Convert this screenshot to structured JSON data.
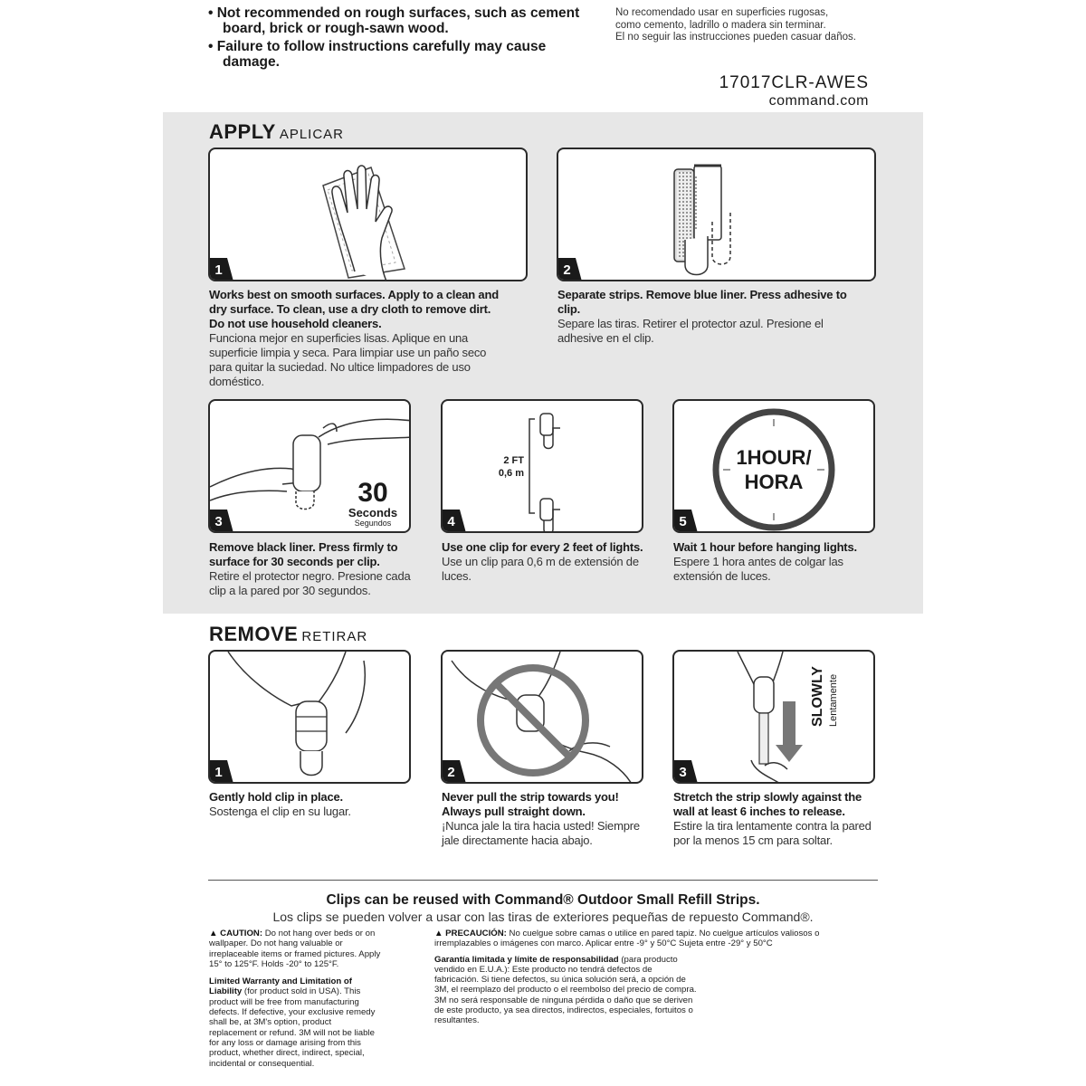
{
  "top_warnings": {
    "en": [
      "• Not recommended on rough surfaces, such as cement board, brick or rough-sawn wood.",
      "• Failure to follow instructions carefully may cause damage."
    ],
    "es": [
      "No recomendado usar en superficies rugosas,",
      "como cemento, ladrillo o madera sin terminar.",
      "El no seguir las instrucciones pueden casuar daños."
    ]
  },
  "sku": {
    "code": "17017CLR-AWES",
    "site": "command.com"
  },
  "apply": {
    "title": "APPLY",
    "title_es": "APLICAR",
    "steps": [
      {
        "num": "1",
        "en": "Works best on smooth surfaces. Apply to a clean and dry surface. To clean, use a dry cloth to remove dirt. Do not use household cleaners.",
        "es": "Funciona mejor en superficies lisas. Aplique en una superficie limpia y seca. Para limpiar use un paño seco para quitar la suciedad. No ultice limpadores de uso doméstico."
      },
      {
        "num": "2",
        "en": "Separate strips. Remove blue liner. Press adhesive to clip.",
        "es": "Separe las tiras. Retirer el protector azul. Presione el adhesive en el clip."
      },
      {
        "num": "3",
        "en": "Remove black liner. Press firmly to surface for 30 seconds per clip.",
        "es": "Retire el protector negro. Presione cada clip a la pared por 30 segundos.",
        "timer": {
          "value": "30",
          "unit": "Seconds",
          "unit_es": "Segundos"
        }
      },
      {
        "num": "4",
        "en": "Use one clip for every 2 feet of lights.",
        "es": "Use un clip para 0,6 m de extensión de luces.",
        "measure": {
          "ft": "2 FT",
          "m": "0,6 m"
        }
      },
      {
        "num": "5",
        "en": "Wait 1 hour before hanging lights.",
        "es": "Espere 1 hora antes de colgar las extensión de luces.",
        "clock": {
          "line1": "1HOUR/",
          "line2": "HORA"
        }
      }
    ]
  },
  "remove": {
    "title": "REMOVE",
    "title_es": "RETIRAR",
    "steps": [
      {
        "num": "1",
        "en": "Gently hold clip in place.",
        "es": "Sostenga el clip en su lugar."
      },
      {
        "num": "2",
        "en": "Never pull the strip towards you! Always pull straight down.",
        "es": "¡Nunca jale la tira hacia usted! Siempre jale directamente hacia abajo."
      },
      {
        "num": "3",
        "en": "Stretch the strip slowly against the wall at least 6 inches to release.",
        "es": "Estire la tira lentamente contra la pared por la menos 15 cm para soltar.",
        "arrow": {
          "en": "SLOWLY",
          "es": "Lentamente"
        }
      }
    ]
  },
  "reuse": {
    "en": "Clips can be reused with Command® Outdoor Small Refill Strips.",
    "es": "Los clips se pueden volver a usar con las tiras de exteriores pequeñas de repuesto Command®."
  },
  "fine_print": {
    "caution_label": "▲ CAUTION:",
    "caution": "Do not hang over beds or on wallpaper. Do not hang valuable or irreplaceable items or framed pictures. Apply 15° to 125°F. Holds -20° to 125°F.",
    "warranty_label": "Limited Warranty and Limitation of Liability",
    "warranty": "(for product sold in USA). This product will be free from manufacturing defects. If defective, your exclusive remedy shall be, at 3M's option, product replacement or refund. 3M will not be liable for any loss or damage arising from this product, whether direct, indirect, special, incidental or consequential.",
    "precaucion_label": "▲ PRECAUCIÓN:",
    "precaucion": "No cuelgue sobre camas o utilice en pared tapiz. No cuelgue artículos valiosos o irremplazables o imágenes con marco. Aplicar entre -9° y 50°C Sujeta entre -29° y 50°C",
    "garantia_label": "Garantía limitada y límite de responsabilidad",
    "garantia": "(para producto vendido en E.U.A.): Este producto no tendrá defectos de fabricación. Si tiene defectos, su única solución será, a opción de 3M, el reemplazo del producto o el reembolso del precio de compra. 3M no será responsable de ninguna pérdida o daño que se deriven de este producto, ya sea directos, indirectos, especiales, fortuitos o resultantes."
  }
}
